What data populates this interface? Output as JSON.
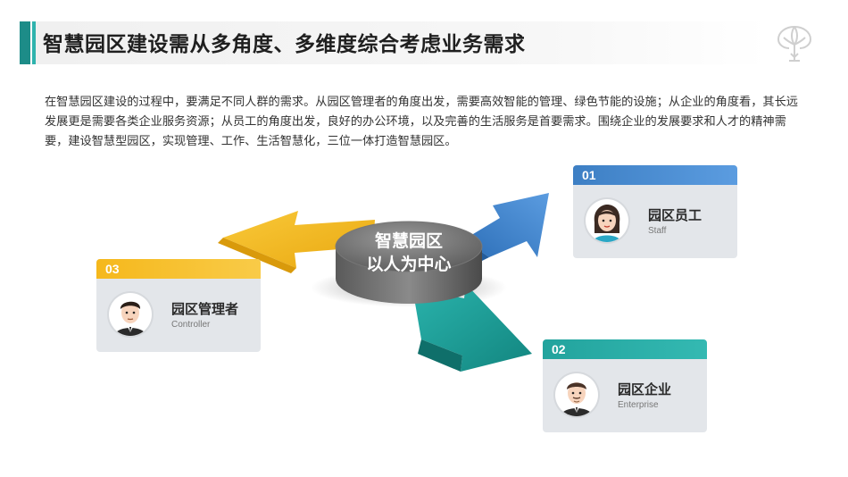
{
  "title": "智慧园区建设需从多角度、多维度综合考虑业务需求",
  "intro": "在智慧园区建设的过程中，要满足不同人群的需求。从园区管理者的角度出发，需要高效智能的管理、绿色节能的设施；从企业的角度看，其长远发展更是需要各类企业服务资源；从员工的角度出发，良好的办公环境，以及完善的生活服务是首要需求。围绕企业的发展要求和人才的精神需要，建设智慧型园区，实现管理、工作、生活智慧化，三位一体打造智慧园区。",
  "center": {
    "line1": "智慧园区",
    "line2": "以人为中心"
  },
  "cards": [
    {
      "num": "01",
      "name": "园区员工",
      "sub": "Staff",
      "color": "#3d7fc4"
    },
    {
      "num": "02",
      "name": "园区企业",
      "sub": "Enterprise",
      "color": "#22a39d"
    },
    {
      "num": "03",
      "name": "园区管理者",
      "sub": "Controller",
      "color": "#f5b81c"
    }
  ],
  "colors": {
    "accent": "#1d8c88",
    "blue": "#3d7fc4",
    "teal": "#22a39d",
    "yellow": "#f5b81c",
    "disc": "#6b6b6b"
  },
  "icons": {
    "logo": "tree-logo-icon",
    "staff": "female-avatar-icon",
    "enterprise": "male-avatar-icon",
    "controller": "male-avatar-icon"
  }
}
